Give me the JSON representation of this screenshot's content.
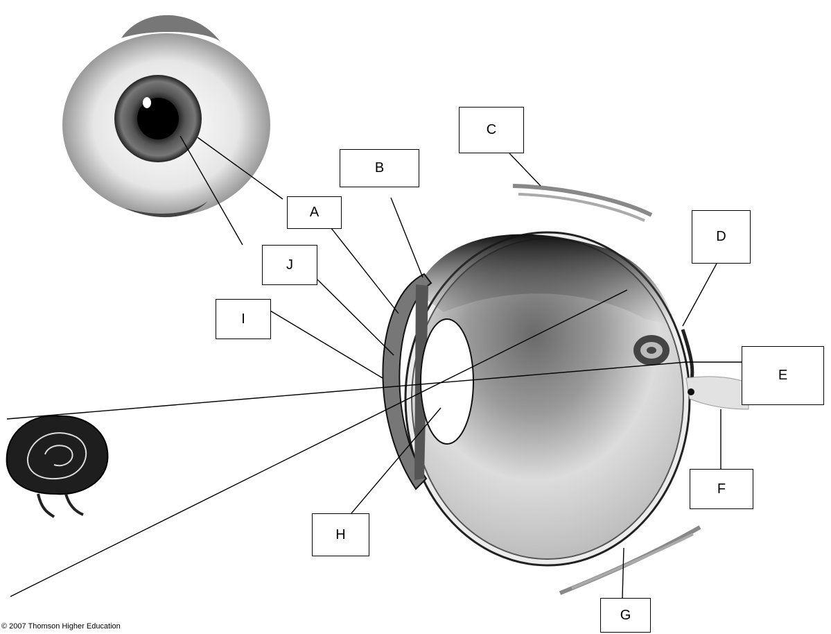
{
  "labels": {
    "a": "A",
    "b": "B",
    "c": "C",
    "d": "D",
    "e": "E",
    "f": "F",
    "g": "G",
    "h": "H",
    "i": "I",
    "j": "J"
  },
  "credit": "© 2007 Thomson Higher Education",
  "colors": {
    "ink": "#000000",
    "paper": "#ffffff",
    "tissue": "#888888"
  }
}
